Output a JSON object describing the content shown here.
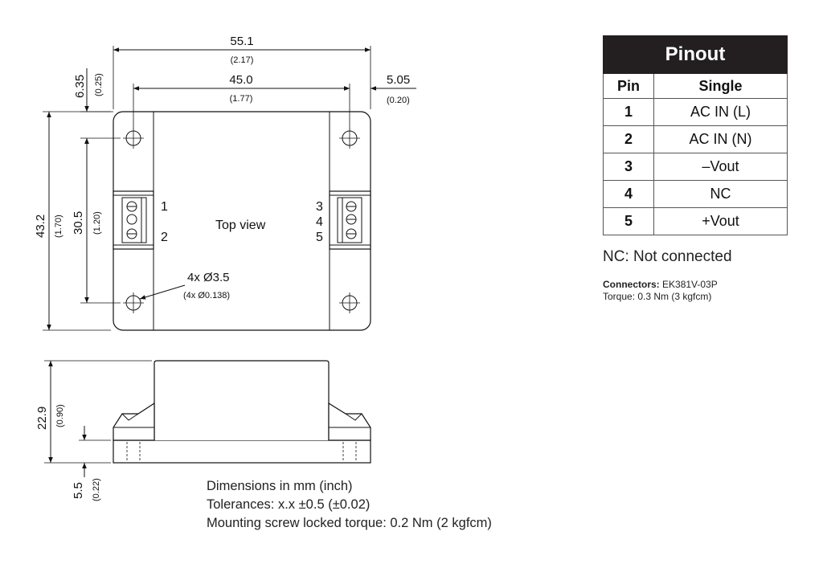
{
  "top_view": {
    "overall_width": {
      "mm": "55.1",
      "inch": "(2.17)"
    },
    "hole_pitch_x": {
      "mm": "45.0",
      "inch": "(1.77)"
    },
    "edge_right": {
      "mm": "5.05",
      "inch": "(0.20)"
    },
    "edge_top": {
      "mm": "6.35",
      "inch": "(0.25)"
    },
    "overall_height": {
      "mm": "43.2",
      "inch": "(1.70)"
    },
    "hole_pitch_y": {
      "mm": "30.5",
      "inch": "(1.20)"
    },
    "holes": {
      "mm": "4x Ø3.5",
      "inch": "(4x Ø0.138)"
    },
    "title": "Top view",
    "left_pins": [
      "1",
      "2"
    ],
    "right_pins": [
      "3",
      "4",
      "5"
    ]
  },
  "side_view": {
    "height": {
      "mm": "22.9",
      "inch": "(0.90)"
    },
    "flange": {
      "mm": "5.5",
      "inch": "(0.22)"
    }
  },
  "pinout": {
    "title": "Pinout",
    "col_pin": "Pin",
    "col_single": "Single",
    "rows": [
      {
        "pin": "1",
        "single": "AC IN (L)"
      },
      {
        "pin": "2",
        "single": "AC IN (N)"
      },
      {
        "pin": "3",
        "single": "–Vout"
      },
      {
        "pin": "4",
        "single": "NC"
      },
      {
        "pin": "5",
        "single": "+Vout"
      }
    ]
  },
  "nc_note": "NC: Not connected",
  "connectors_label": "Connectors:",
  "connectors_value": "EK381V-03P",
  "torque_note": "Torque: 0.3 Nm (3 kgfcm)",
  "notes": [
    "Dimensions in mm (inch)",
    "Tolerances: x.x ±0.5 (±0.02)",
    "Mounting screw locked torque: 0.2 Nm (2 kgfcm)"
  ]
}
